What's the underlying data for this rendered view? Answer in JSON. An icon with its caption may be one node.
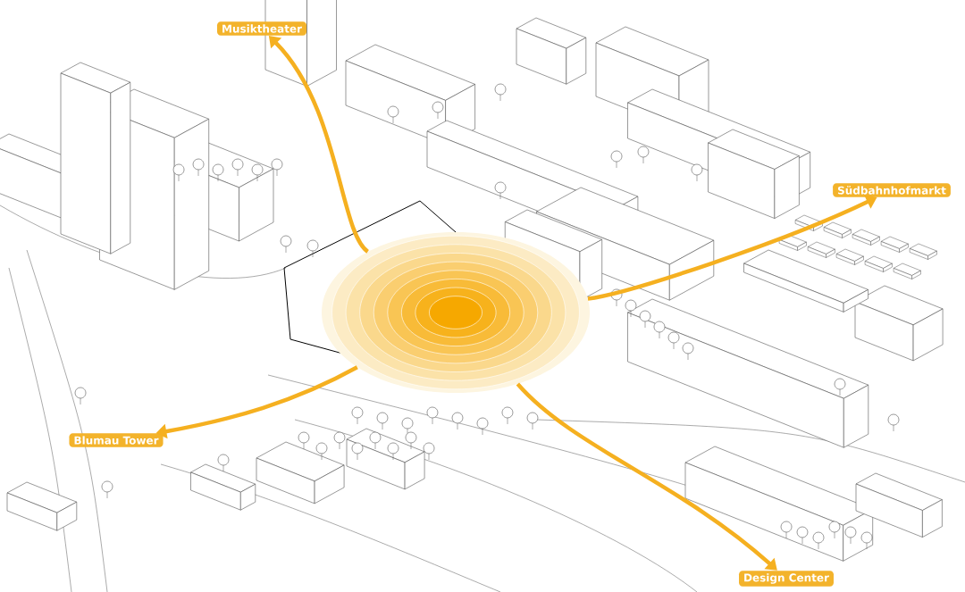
{
  "diagram": {
    "nodes": [
      {
        "text": [],
        "shape": "circle"
      },
      {
        "text": [
          "Musiktheater"
        ]
      },
      {
        "text": [
          "Südbahnhofmarkt"
        ]
      },
      {
        "text": [
          "Blumau Tower"
        ]
      },
      {
        "text": [
          "Design Center"
        ]
      }
    ],
    "edges": [
      {
        "from": 0,
        "to": 1,
        "arrow": "to"
      },
      {
        "from": 0,
        "to": 2,
        "arrow": "to"
      },
      {
        "from": 0,
        "to": 3,
        "arrow": "to"
      },
      {
        "from": 0,
        "to": 4,
        "arrow": "to"
      }
    ]
  }
}
